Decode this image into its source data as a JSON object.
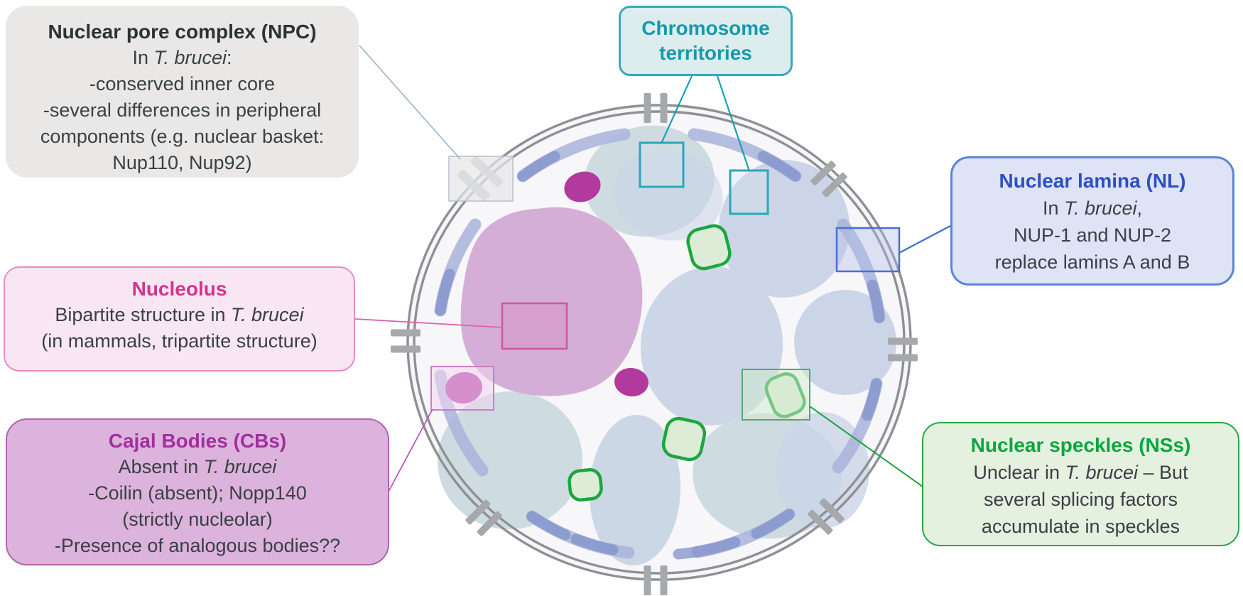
{
  "figure": {
    "boxes": {
      "npc": {
        "title": "Nuclear pore complex (NPC)",
        "lines": [
          [
            {
              "t": "In "
            },
            {
              "t": "T. brucei",
              "i": true
            },
            {
              "t": ":"
            }
          ],
          [
            {
              "t": "-conserved inner core"
            }
          ],
          [
            {
              "t": "-several differences in peripheral"
            }
          ],
          [
            {
              "t": "components (e.g. nuclear basket:"
            }
          ],
          [
            {
              "t": "Nup110, Nup92)"
            }
          ]
        ]
      },
      "chromosome_territories": {
        "title": "Chromosome territories"
      },
      "nuclear_lamina": {
        "title": "Nuclear lamina (NL)",
        "lines": [
          [
            {
              "t": "In "
            },
            {
              "t": "T. brucei",
              "i": true
            },
            {
              "t": ","
            }
          ],
          [
            {
              "t": "NUP-1 and NUP-2"
            }
          ],
          [
            {
              "t": "replace lamins A and B"
            }
          ]
        ]
      },
      "nucleolus": {
        "title": "Nucleolus",
        "lines": [
          [
            {
              "t": "Bipartite structure in "
            },
            {
              "t": "T. brucei",
              "i": true
            }
          ],
          [
            {
              "t": "(in mammals, tripartite structure)"
            }
          ]
        ]
      },
      "cajal_bodies": {
        "title": "Cajal Bodies (CBs)",
        "lines": [
          [
            {
              "t": "Absent in "
            },
            {
              "t": "T. brucei",
              "i": true
            }
          ],
          [
            {
              "t": "-Coilin (absent); Nopp140"
            }
          ],
          [
            {
              "t": "(strictly nucleolar)"
            }
          ],
          [
            {
              "t": "-Presence of analogous bodies??"
            }
          ]
        ]
      },
      "nuclear_speckles": {
        "title": "Nuclear speckles (NSs)",
        "lines": [
          [
            {
              "t": "Unclear in "
            },
            {
              "t": "T. brucei",
              "i": true
            },
            {
              "t": " – But"
            }
          ],
          [
            {
              "t": "several splicing factors"
            }
          ],
          [
            {
              "t": "accumulate in speckles"
            }
          ]
        ]
      }
    },
    "palette": {
      "npc_box_bg": "#e9e8e6",
      "chromosome_accent": "#18a2b6",
      "lamina_accent": "#2b50c4",
      "lamina_box_border": "#5b85d6",
      "nucleolus_accent": "#d5338e",
      "cajal_accent": "#a12f9e",
      "cajal_box_bg": "#dcb3dc",
      "speckles_accent": "#0ba53e",
      "membrane_gray": "#8e9094",
      "pore_gray": "#a6a8ab",
      "lamina_arc_blue": "#a9b4db",
      "lamina_arc_dark_blue": "#8292cb",
      "territory_blue_gray": "#cedce2",
      "territory_lavender": "#cbd5e7",
      "nucleolus_fill": "#d2aad5",
      "cajal_body_magenta": "#b23a9c",
      "speckle_green": "#1da53f",
      "body_text": "#3a4045"
    }
  }
}
